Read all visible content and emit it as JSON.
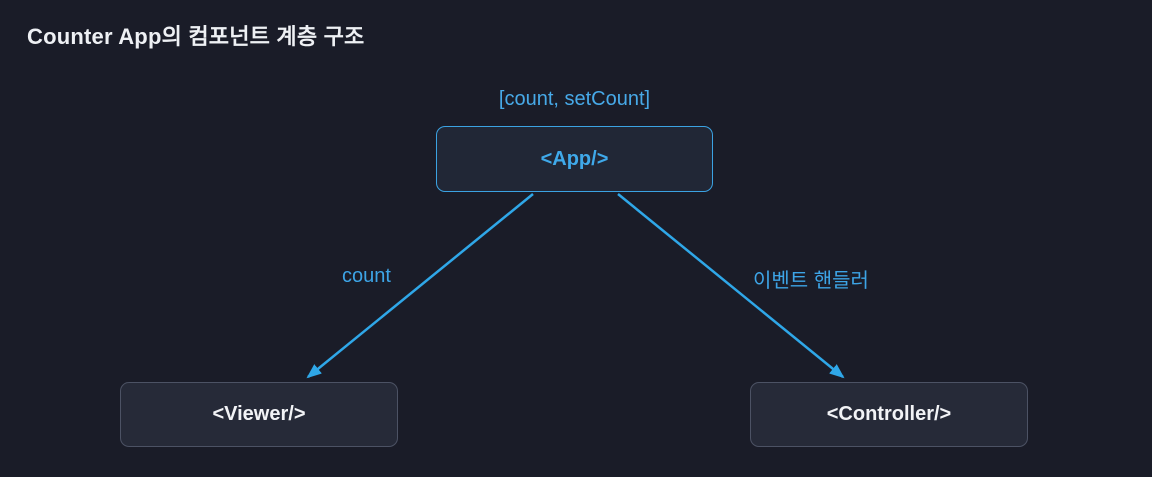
{
  "title": "Counter App의 컴포넌트 계층 구조",
  "diagram": {
    "state_label": "[count, setCount]",
    "nodes": {
      "app": {
        "label": "<App/>"
      },
      "viewer": {
        "label": "<Viewer/>"
      },
      "controller": {
        "label": "<Controller/>"
      }
    },
    "edges": {
      "left": {
        "label": "count",
        "from": "App",
        "to": "Viewer"
      },
      "right": {
        "label": "이벤트 핸들러",
        "from": "App",
        "to": "Controller"
      }
    },
    "colors": {
      "background": "#1a1c28",
      "accent_blue": "#2fa7e8",
      "node_fill": "#232734",
      "node_border_gray": "#4c5264",
      "title_text": "#eef0f4"
    }
  }
}
